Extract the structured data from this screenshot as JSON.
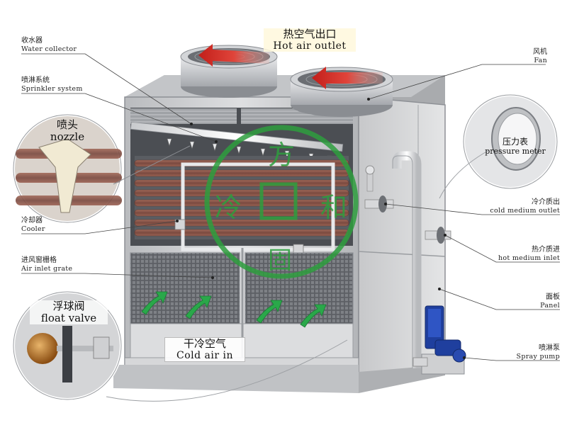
{
  "labels": {
    "water_collector": {
      "zh": "收水器",
      "en": "Water collector"
    },
    "sprinkler": {
      "zh": "喷淋系统",
      "en": "Sprinkler system"
    },
    "nozzle": {
      "zh": "喷头",
      "en": "nozzle"
    },
    "cooler": {
      "zh": "冷却器",
      "en": "Cooler"
    },
    "air_inlet_grate": {
      "zh": "进风窗栅格",
      "en": "Air inlet grate"
    },
    "float_valve": {
      "zh": "浮球阀",
      "en": "float valve"
    },
    "cold_air_in": {
      "zh": "干冷空气",
      "en": "Cold air in"
    },
    "hot_air_outlet": {
      "zh": "热空气出口",
      "en": "Hot air outlet"
    },
    "fan": {
      "zh": "风机",
      "en": "Fan"
    },
    "pressure_meter": {
      "zh": "压力表",
      "en": "pressure meter"
    },
    "cold_medium_outlet": {
      "zh": "冷介质出",
      "en": "cold medium outlet"
    },
    "hot_medium_inlet": {
      "zh": "热介质进",
      "en": "hot medium inlet"
    },
    "panel": {
      "zh": "面板",
      "en": "Panel"
    },
    "spray_pump": {
      "zh": "喷淋泵",
      "en": "Spray pump"
    }
  },
  "watermark": {
    "chars": [
      "方",
      "冷",
      "和",
      "固"
    ],
    "color": "#2e9e3e"
  },
  "colors": {
    "frame": "#c9cacc",
    "frame_dark": "#8d9095",
    "coil": "#8a5548",
    "arrow_hot": "#d9362b",
    "arrow_cold": "#2aa84a",
    "pump": "#1f3f9e"
  }
}
